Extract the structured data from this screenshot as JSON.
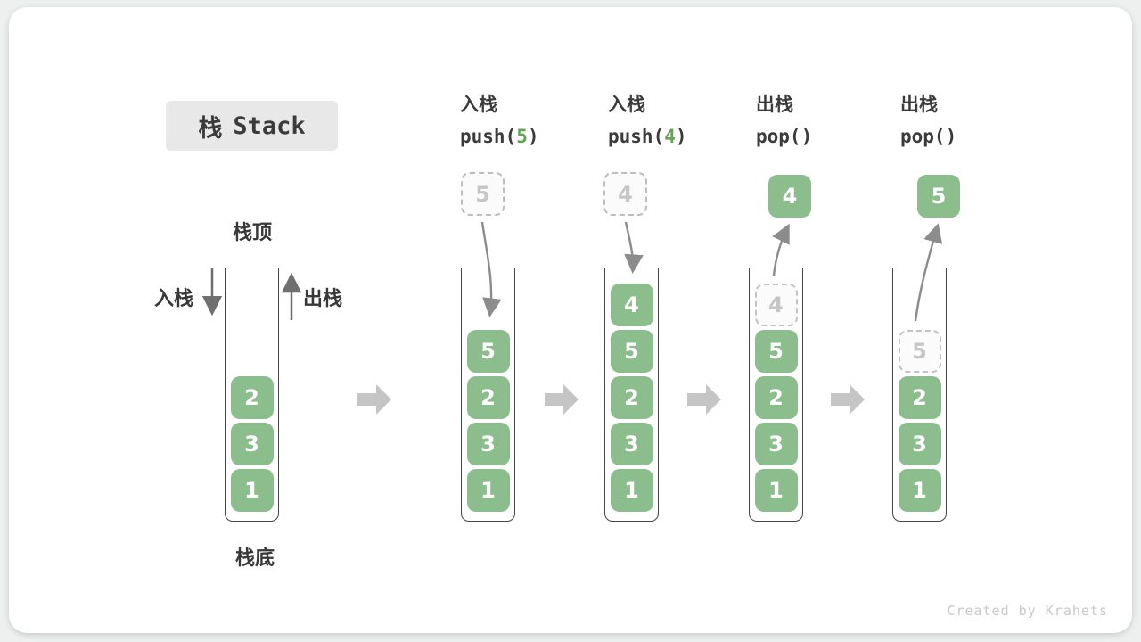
{
  "title": {
    "zh": "栈",
    "en": "Stack"
  },
  "side_labels": {
    "top": "栈顶",
    "bottom": "栈底",
    "push": "入栈",
    "pop": "出栈"
  },
  "watermark": "Created by Krahets",
  "colors": {
    "block_green": "#8cbd8c",
    "arg_green": "#64a455",
    "ghost_gray": "#c6c6c6",
    "step_arrow_gray": "#c5c5c5",
    "flow_arrow_gray": "#8c8c8c",
    "direction_arrow_gray": "#6f6f6f"
  },
  "columns": [
    {
      "name": "initial-stack",
      "operation": null,
      "top_box": null,
      "flow": null,
      "stack": [
        {
          "value": "1"
        },
        {
          "value": "3"
        },
        {
          "value": "2"
        }
      ]
    },
    {
      "name": "step-push-5",
      "operation": {
        "label": "入栈",
        "code_before": "push(",
        "arg": "5",
        "code_after": ")"
      },
      "top_box": {
        "value": "5",
        "variant": "ghost"
      },
      "flow": "push",
      "stack": [
        {
          "value": "1"
        },
        {
          "value": "3"
        },
        {
          "value": "2"
        },
        {
          "value": "5"
        }
      ]
    },
    {
      "name": "step-push-4",
      "operation": {
        "label": "入栈",
        "code_before": "push(",
        "arg": "4",
        "code_after": ")"
      },
      "top_box": {
        "value": "4",
        "variant": "ghost"
      },
      "flow": "push",
      "stack": [
        {
          "value": "1"
        },
        {
          "value": "3"
        },
        {
          "value": "2"
        },
        {
          "value": "5"
        },
        {
          "value": "4"
        }
      ]
    },
    {
      "name": "step-pop-4",
      "operation": {
        "label": "出栈",
        "code_before": "pop(",
        "arg": "",
        "code_after": ")"
      },
      "top_box": {
        "value": "4",
        "variant": "solid"
      },
      "flow": "pop",
      "stack": [
        {
          "value": "1"
        },
        {
          "value": "3"
        },
        {
          "value": "2"
        },
        {
          "value": "5"
        },
        {
          "value": "4",
          "ghost": true
        }
      ]
    },
    {
      "name": "step-pop-5",
      "operation": {
        "label": "出栈",
        "code_before": "pop(",
        "arg": "",
        "code_after": ")"
      },
      "top_box": {
        "value": "5",
        "variant": "solid"
      },
      "flow": "pop",
      "stack": [
        {
          "value": "1"
        },
        {
          "value": "3"
        },
        {
          "value": "2"
        },
        {
          "value": "5",
          "ghost": true
        }
      ]
    }
  ]
}
